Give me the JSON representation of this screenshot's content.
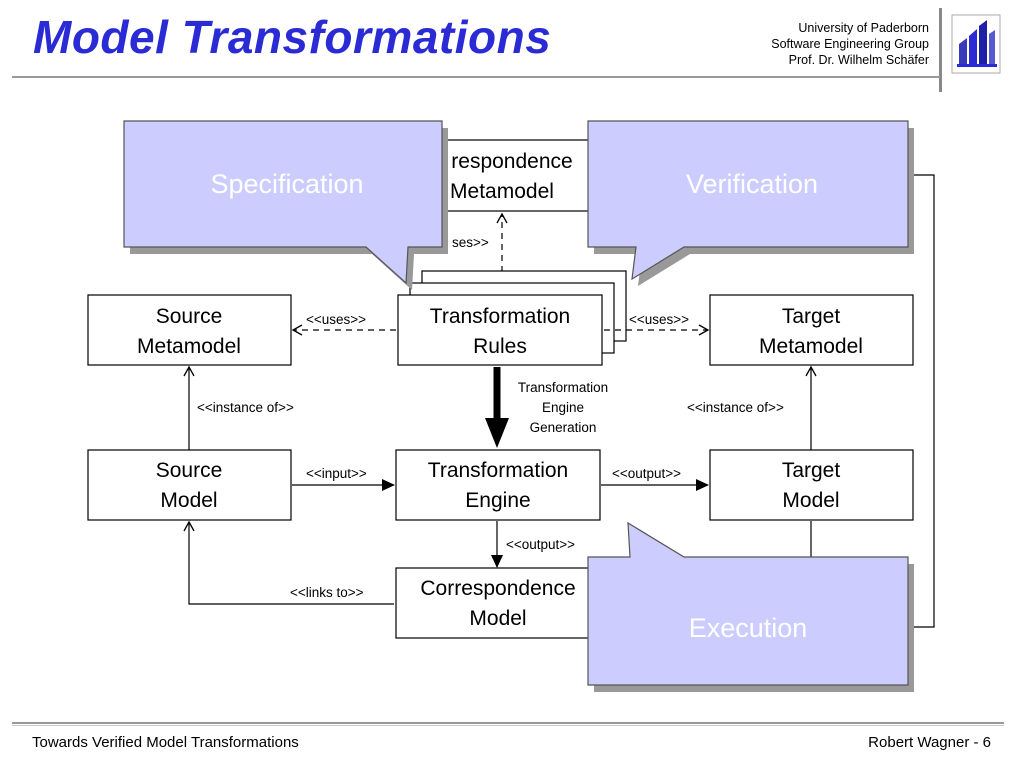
{
  "header": {
    "title": "Model Transformations",
    "affiliation": [
      "University of Paderborn",
      "Software Engineering Group",
      "Prof. Dr. Wilhelm Schäfer"
    ]
  },
  "diagram": {
    "boxes": {
      "corr_metamodel": [
        "respondence",
        "Metamodel"
      ],
      "source_metamodel": [
        "Source",
        "Metamodel"
      ],
      "transformation_rules": [
        "Transformation",
        "Rules"
      ],
      "target_metamodel": [
        "Target",
        "Metamodel"
      ],
      "source_model": [
        "Source",
        "Model"
      ],
      "transformation_engine": [
        "Transformation",
        "Engine"
      ],
      "target_model": [
        "Target",
        "Model"
      ],
      "corr_model": [
        "Correspondence",
        "Model"
      ]
    },
    "labels": {
      "uses_top": "ses>>",
      "uses_left": "<<uses>>",
      "uses_right": "<<uses>>",
      "instance_left": "<<instance of>>",
      "instance_right": "<<instance of>>",
      "engine_gen": [
        "Transformation",
        "Engine",
        "Generation"
      ],
      "input": "<<input>>",
      "output_right": "<<output>>",
      "output_down": "<<output>>",
      "links_to": "<<links to>>"
    },
    "callouts": {
      "specification": "Specification",
      "verification": "Verification",
      "execution": "Execution"
    },
    "colors": {
      "callout_fill": "#ccccff",
      "callout_shadow": "#999999",
      "title": "#2b2bd6"
    }
  },
  "footer": {
    "left": "Towards Verified Model Transformations",
    "right": "Robert Wagner - 6"
  }
}
